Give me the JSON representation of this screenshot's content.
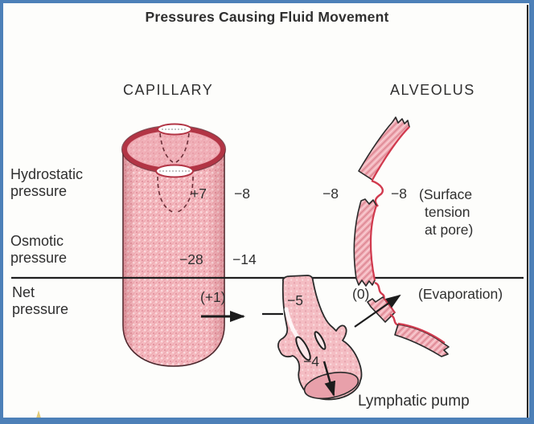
{
  "title": "Pressures Causing Fluid Movement",
  "columns": {
    "capillary": "CAPILLARY",
    "alveolus": "ALVEOLUS"
  },
  "row_labels": {
    "hydrostatic": "Hydrostatic\npressure",
    "osmotic": "Osmotic\npressure",
    "net": "Net\npressure"
  },
  "values": {
    "hydrostatic_capillary": "+7",
    "hydrostatic_interstitial": "−8",
    "hydrostatic_alveolar_left": "−8",
    "hydrostatic_alveolar_right": "−8",
    "osmotic_capillary": "−28",
    "osmotic_interstitial": "−14",
    "net_capillary": "(+1)",
    "net_lymphatic_upper": "−5",
    "net_alveolus": "(0)",
    "net_lymphatic_lower": "−4"
  },
  "annotations": {
    "surface_note_lines": [
      "(Surface",
      "tension",
      "at pore)"
    ],
    "evaporation": "(Evaporation)",
    "lymphatic_pump": "Lymphatic pump"
  },
  "colors": {
    "frame_border": "#4d80b8",
    "background": "#fdfdfb",
    "capillary_fill": "#f5bac0",
    "capillary_rim": "#b23545",
    "alveolar_wall_fill": "#f2afb8",
    "meniscus_red": "#d13a4e",
    "ink": "#2f2f2f"
  }
}
